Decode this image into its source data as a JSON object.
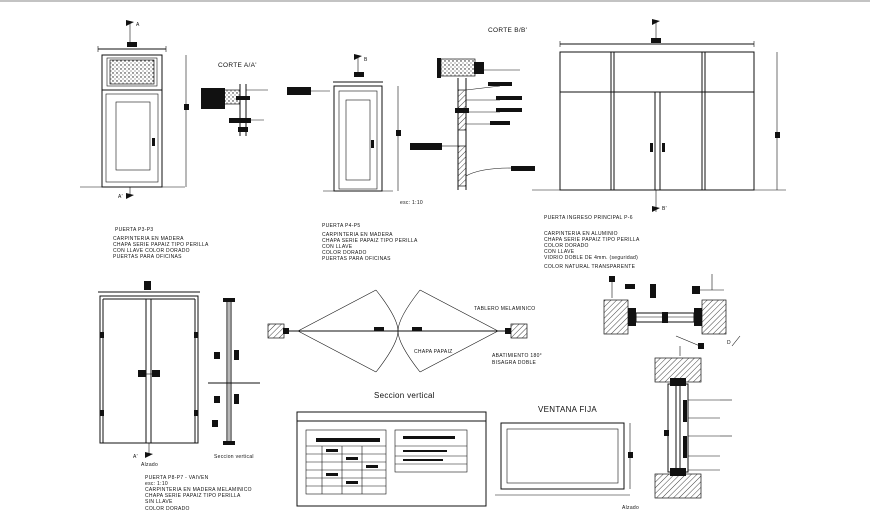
{
  "labels": {
    "corte_aa": "CORTE A/A'",
    "corte_bb": "CORTE B/B'",
    "mark_a": "A",
    "mark_a2": "A'",
    "mark_b": "B",
    "mark_b2": "B'",
    "scale_1": "esc: 1:10",
    "scale_2": "esc: 1:10",
    "seccion_vertical_main": "Seccion vertical",
    "seccion_vertical_small": "Seccion vertical",
    "alzado_1": "Alzado",
    "alzado_2": "Alzado",
    "ventana_fija": "VENTANA FIJA",
    "tablero": "TABLERO MELAMINICO",
    "chapa": "CHAPA PAPAIZ",
    "abatimiento": "ABATIMIENTO 180°",
    "bisagra": "BISAGRA DOBLE",
    "detail_d": "D"
  },
  "notes": {
    "p1": [
      "PUERTA P3-P3",
      "CARPINTERIA EN MADERA",
      "CHAPA SERIE PAPAIZ TIPO PERILLA",
      "CON LLAVE COLOR DORADO",
      "PUERTAS PARA OFICINAS"
    ],
    "p2": [
      "PUERTA P4-P5",
      "CARPINTERIA EN MADERA",
      "CHAPA SERIE PAPAIZ TIPO PERILLA",
      "CON LLAVE",
      "COLOR DORADO",
      "PUERTAS PARA OFICINAS"
    ],
    "p3": [
      "PUERTA INGRESO PRINCIPAL P-6",
      "CARPINTERIA EN ALUMINIO",
      "CHAPA SERIE PAPAIZ TIPO PERILLA",
      "COLOR DORADO",
      "CON LLAVE",
      "VIDRIO DOBLE DE 4mm. (seguridad)",
      "COLOR NATURAL TRANSPARENTE"
    ],
    "p4": [
      "PUERTA  P8-P7 - VAIVEN",
      "esc: 1:10",
      "CARPINTERIA EN MADERA MELAMINICO",
      "CHAPA SERIE PAPAIZ TIPO PERILLA",
      "SIN LLAVE",
      "COLOR DORADO"
    ]
  },
  "colors": {
    "line": "#111111",
    "paper": "#ffffff"
  }
}
